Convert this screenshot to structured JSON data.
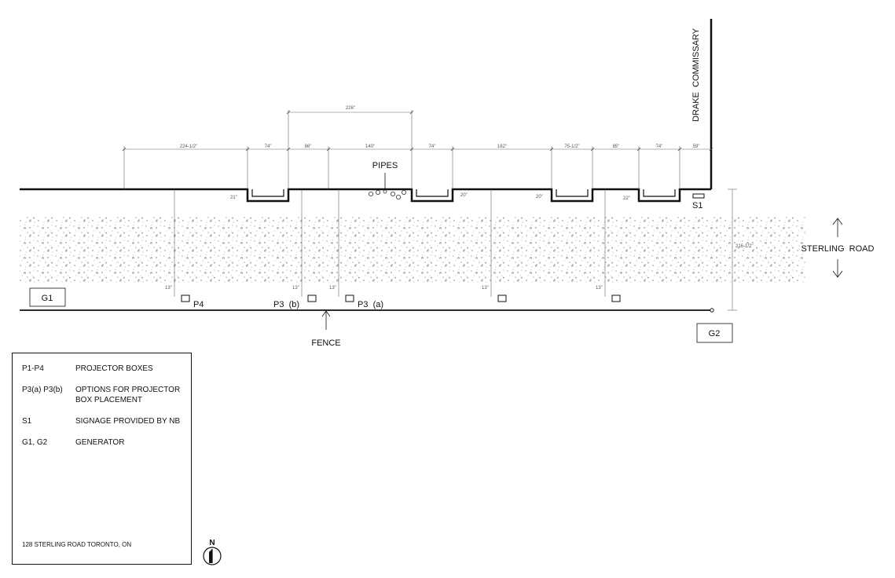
{
  "labels": {
    "pipes": "PIPES",
    "fence": "FENCE",
    "street": "STERLING  ROAD",
    "building": "DRAKE  COMMISSARY",
    "s1": "S1",
    "g1": "G1",
    "g2": "G2",
    "p4": "P4",
    "p3b": "P3  (b)",
    "p3a": "P3  (a)",
    "north": "N"
  },
  "dimensions": {
    "d_226": "226\"",
    "d_224": "224-1/2\"",
    "d_74a": "74\"",
    "d_86": "86\"",
    "d_140": "140\"",
    "d_74b": "74\"",
    "d_182": "182\"",
    "d_75": "75-1/2\"",
    "d_85": "85\"",
    "d_74c": "74\"",
    "d_59": "59\"",
    "d_21": "21\"",
    "d_20a": "20\"",
    "d_20b": "20\"",
    "d_22": "22\"",
    "d_13a": "13\"",
    "d_13b": "13\"",
    "d_13c": "13\"",
    "d_13d": "13\"",
    "d_13e": "13\"",
    "d_right": "216-1/2\""
  },
  "legend": {
    "items": [
      {
        "code": "P1-P4",
        "desc": "PROJECTOR BOXES"
      },
      {
        "code": "P3(a) P3(b)",
        "desc": "OPTIONS FOR PROJECTOR BOX PLACEMENT"
      },
      {
        "code": "S1",
        "desc": "SIGNAGE PROVIDED BY NB"
      },
      {
        "code": "G1, G2",
        "desc": "GENERATOR"
      }
    ],
    "address": "128 STERLING ROAD TORONTO, ON"
  }
}
